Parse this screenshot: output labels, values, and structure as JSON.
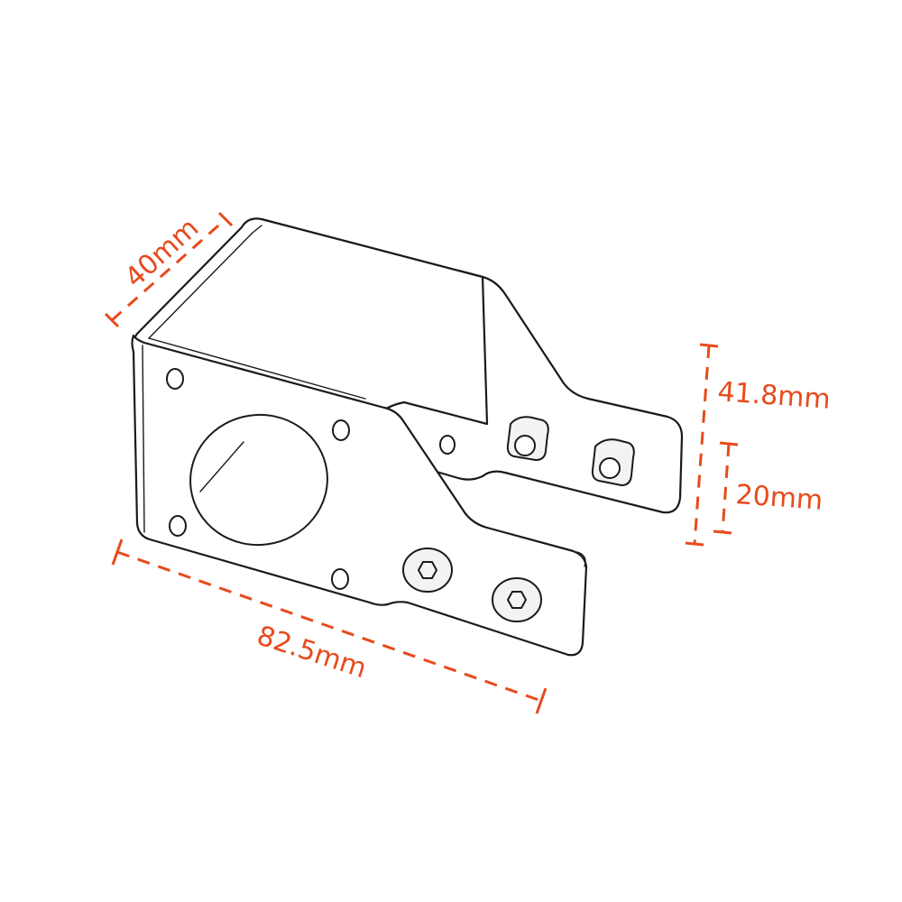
{
  "dimensions": {
    "depth": "40mm",
    "length": "82.5mm",
    "height": "41.8mm",
    "slot": "20mm"
  },
  "colors": {
    "dimension": "#e84a1c",
    "outline": "#1a1a1a",
    "background": "#ffffff"
  }
}
